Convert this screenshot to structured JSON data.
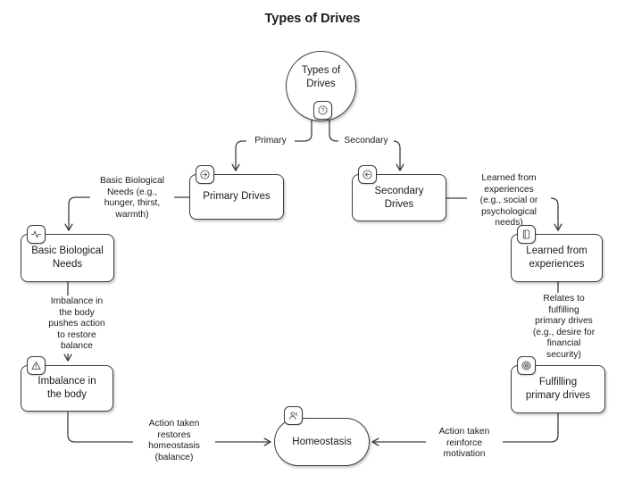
{
  "title": "Types of Drives",
  "colors": {
    "stroke": "#3d3d3d",
    "node_fill": "#ffffff",
    "text": "#1a1a1a",
    "background": "#ffffff"
  },
  "nodes": {
    "root": {
      "label": "Types of\nDrives",
      "icon": "help-icon"
    },
    "primary_drives": {
      "label": "Primary Drives",
      "icon": "arrow-right-icon"
    },
    "secondary_drives": {
      "label": "Secondary\nDrives",
      "icon": "arrow-left-icon"
    },
    "basic_biological_needs": {
      "label": "Basic Biological\nNeeds",
      "icon": "activity-icon"
    },
    "learned_from_experiences": {
      "label": "Learned from\nexperiences",
      "icon": "book-icon"
    },
    "imbalance_in_the_body": {
      "label": "Imbalance in\nthe body",
      "icon": "warning-icon"
    },
    "fulfilling_primary_drives": {
      "label": "Fulfilling\nprimary drives",
      "icon": "target-icon"
    },
    "homeostasis": {
      "label": "Homeostasis",
      "icon": "users-icon"
    }
  },
  "edge_labels": {
    "primary": "Primary",
    "secondary": "Secondary",
    "basic_needs": "Basic Biological\nNeeds (e.g.,\nhunger, thirst,\nwarmth)",
    "learned": "Learned from\nexperiences\n(e.g., social or\npsychological\nneeds)",
    "imbalance": "Imbalance in\nthe body\npushes action\nto restore\nbalance",
    "relates": "Relates to\nfulfilling\nprimary drives\n(e.g., desire for\nfinancial\nsecurity)",
    "restores": "Action taken\nrestores\nhomeostasis\n(balance)",
    "reinforce": "Action taken\nreinforce\nmotivation"
  }
}
